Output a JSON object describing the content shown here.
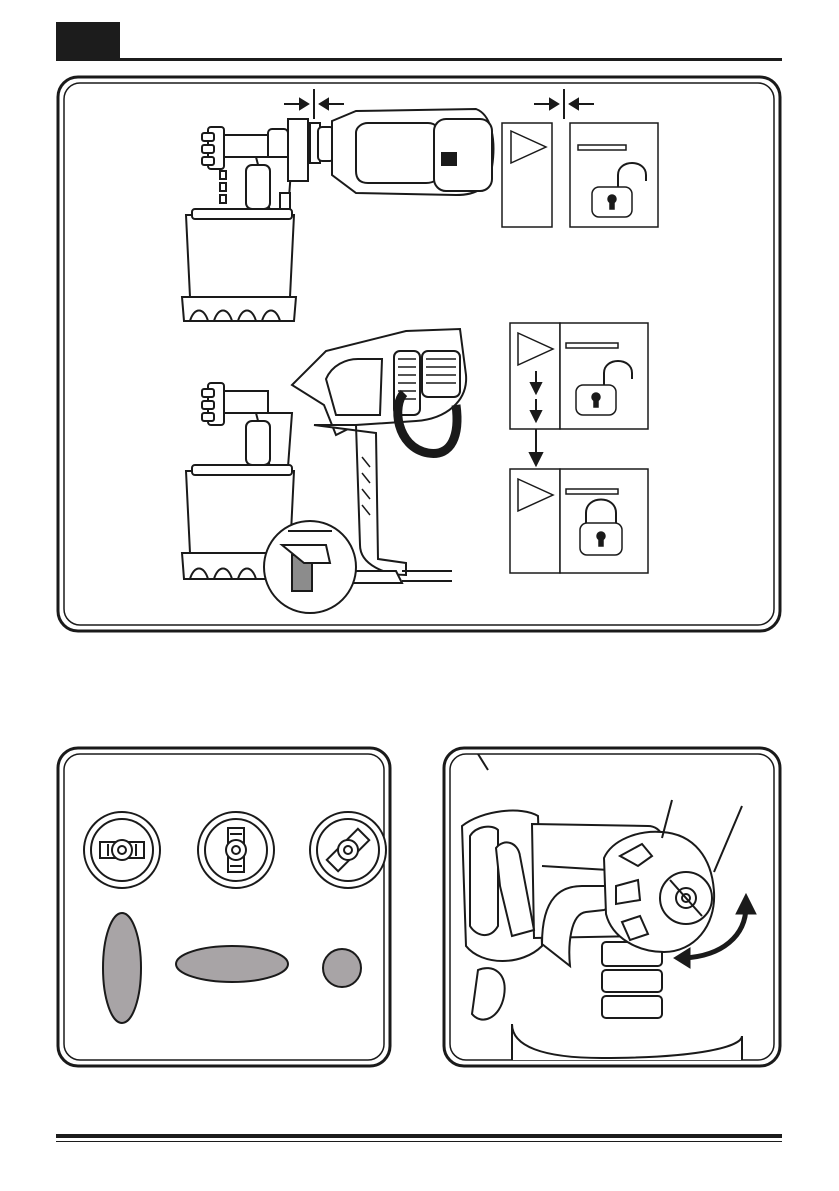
{
  "page": {
    "header": {
      "tab_label": ""
    },
    "figures": [
      {
        "id": "fig-1",
        "caption": ""
      },
      {
        "id": "fig-2",
        "caption": ""
      },
      {
        "id": "fig-3",
        "caption": ""
      }
    ],
    "icons": [
      "play-triangle-icon",
      "unlock-padlock-icon",
      "lock-padlock-icon",
      "arrows-toward-line-icon",
      "down-arrow-icon",
      "rotate-arrow-icon"
    ],
    "colors": {
      "ink": "#1a1a1a",
      "spray_fill": "#a8a4a6",
      "tab": "#1c1c1c"
    }
  }
}
